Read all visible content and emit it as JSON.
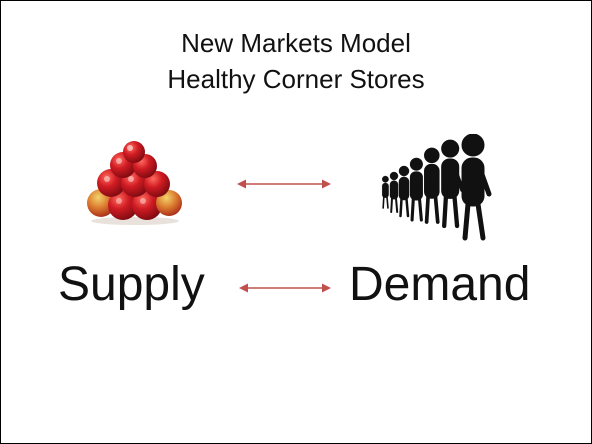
{
  "title": {
    "line1": "New Markets Model",
    "line2": "Healthy Corner Stores"
  },
  "labels": {
    "supply": "Supply",
    "demand": "Demand"
  },
  "colors": {
    "arrow": "#c0504d",
    "apple": "#c8102e",
    "text": "#111111"
  },
  "icons": {
    "supply_image": "apple-pyramid-icon",
    "demand_image": "people-line-icon",
    "connector": "double-headed-arrow-icon"
  }
}
